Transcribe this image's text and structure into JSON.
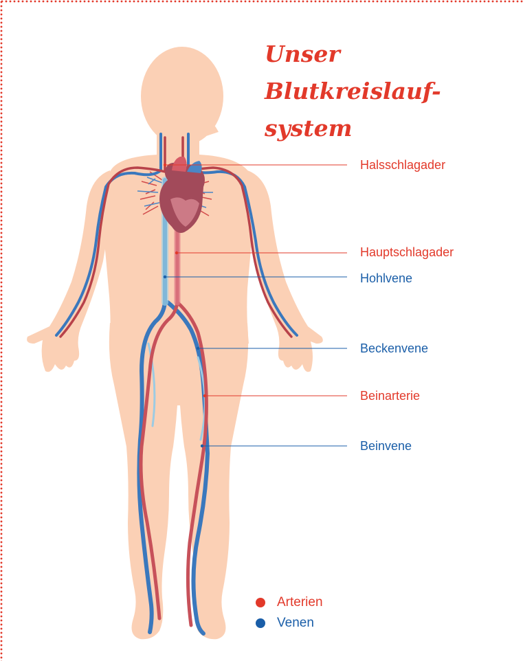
{
  "title": {
    "line1": "Unser",
    "line2": "Blutkreislauf-",
    "line3": "system"
  },
  "labels": [
    {
      "text": "Halsschlagader",
      "kind": "artery"
    },
    {
      "text": "Hauptschlagader",
      "kind": "artery"
    },
    {
      "text": "Hohlvene",
      "kind": "vein"
    },
    {
      "text": "Beckenvene",
      "kind": "vein"
    },
    {
      "text": "Beinarterie",
      "kind": "artery"
    },
    {
      "text": "Beinvene",
      "kind": "vein"
    }
  ],
  "legend": {
    "artery_label": "Arterien",
    "vein_label": "Venen"
  },
  "colors": {
    "artery": "#e2392a",
    "vein": "#1a5ea8",
    "skin": "#fbd0b5",
    "border_dots": "#e2392a"
  }
}
